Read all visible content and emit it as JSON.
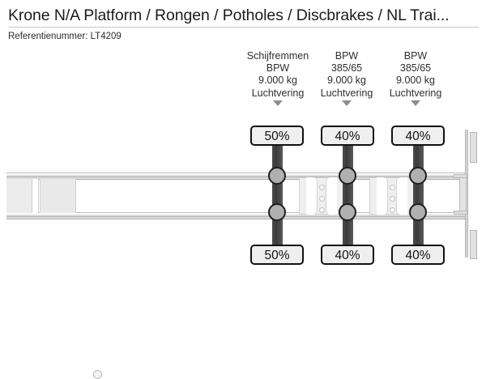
{
  "header": {
    "title": "Krone N/A Platform / Rongen / Potholes / Discbrakes / NL Trai...",
    "reference_label": "Referentienummer: LT4209"
  },
  "axles": [
    {
      "id": "axle-1",
      "lines": [
        "Schijfremmen",
        "BPW",
        "9.000 kg",
        "Luchtvering"
      ],
      "brakes": "Schijfremmen",
      "brand": "BPW",
      "capacity": "9.000 kg",
      "suspension": "Luchtvering",
      "tyre_top": "50%",
      "tyre_bottom": "50%"
    },
    {
      "id": "axle-2",
      "lines": [
        "BPW",
        "385/65",
        "9.000 kg",
        "Luchtvering"
      ],
      "brand": "BPW",
      "tyre_size": "385/65",
      "capacity": "9.000 kg",
      "suspension": "Luchtvering",
      "tyre_top": "40%",
      "tyre_bottom": "40%"
    },
    {
      "id": "axle-3",
      "lines": [
        "BPW",
        "385/65",
        "9.000 kg",
        "Luchtvering"
      ],
      "brand": "BPW",
      "tyre_size": "385/65",
      "capacity": "9.000 kg",
      "suspension": "Luchtvering",
      "tyre_top": "40%",
      "tyre_bottom": "40%"
    }
  ],
  "colors": {
    "background": "#ffffff",
    "text": "#1c1c1c",
    "rule": "#c8c8c8",
    "badge_border": "#111111",
    "badge_fill": "#efefef",
    "axle_shaft": "#3b3b3b",
    "hub_fill": "#b0b0b0",
    "chassis_line": "#b9b9b9",
    "caret": "#8d8d8d"
  },
  "icons": {
    "caret": "caret-down-icon",
    "kingpin": "kingpin-circle-icon",
    "hanger_hole": "bolt-hole-icon"
  }
}
